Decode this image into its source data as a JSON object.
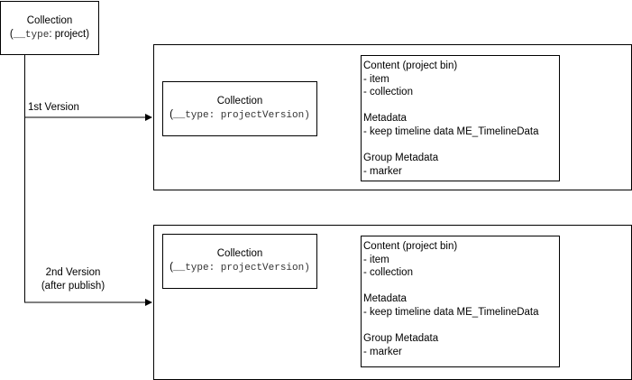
{
  "root": {
    "title": "Collection",
    "type_key": "__type",
    "type_value": ": project)"
  },
  "edges": [
    {
      "label_lines": [
        "1st Version"
      ]
    },
    {
      "label_lines": [
        "2nd Version",
        "(after publish)"
      ]
    }
  ],
  "versions": [
    {
      "collection": {
        "title": "Collection",
        "type_key": "__type",
        "type_value": ": projectVersion)"
      },
      "content": {
        "heading": "Content (project bin)",
        "items": [
          "- item",
          "- collection"
        ],
        "metadata_heading": "Metadata",
        "metadata_items": [
          "- keep timeline data ME_TimelineData"
        ],
        "group_heading": "Group Metadata",
        "group_items": [
          "- marker"
        ]
      }
    },
    {
      "collection": {
        "title": "Collection",
        "type_key": "__type",
        "type_value": ": projectVersion)"
      },
      "content": {
        "heading": "Content (project bin)",
        "items": [
          "- item",
          "- collection"
        ],
        "metadata_heading": "Metadata",
        "metadata_items": [
          "- keep timeline data ME_TimelineData"
        ],
        "group_heading": "Group Metadata",
        "group_items": [
          "- marker"
        ]
      }
    }
  ]
}
